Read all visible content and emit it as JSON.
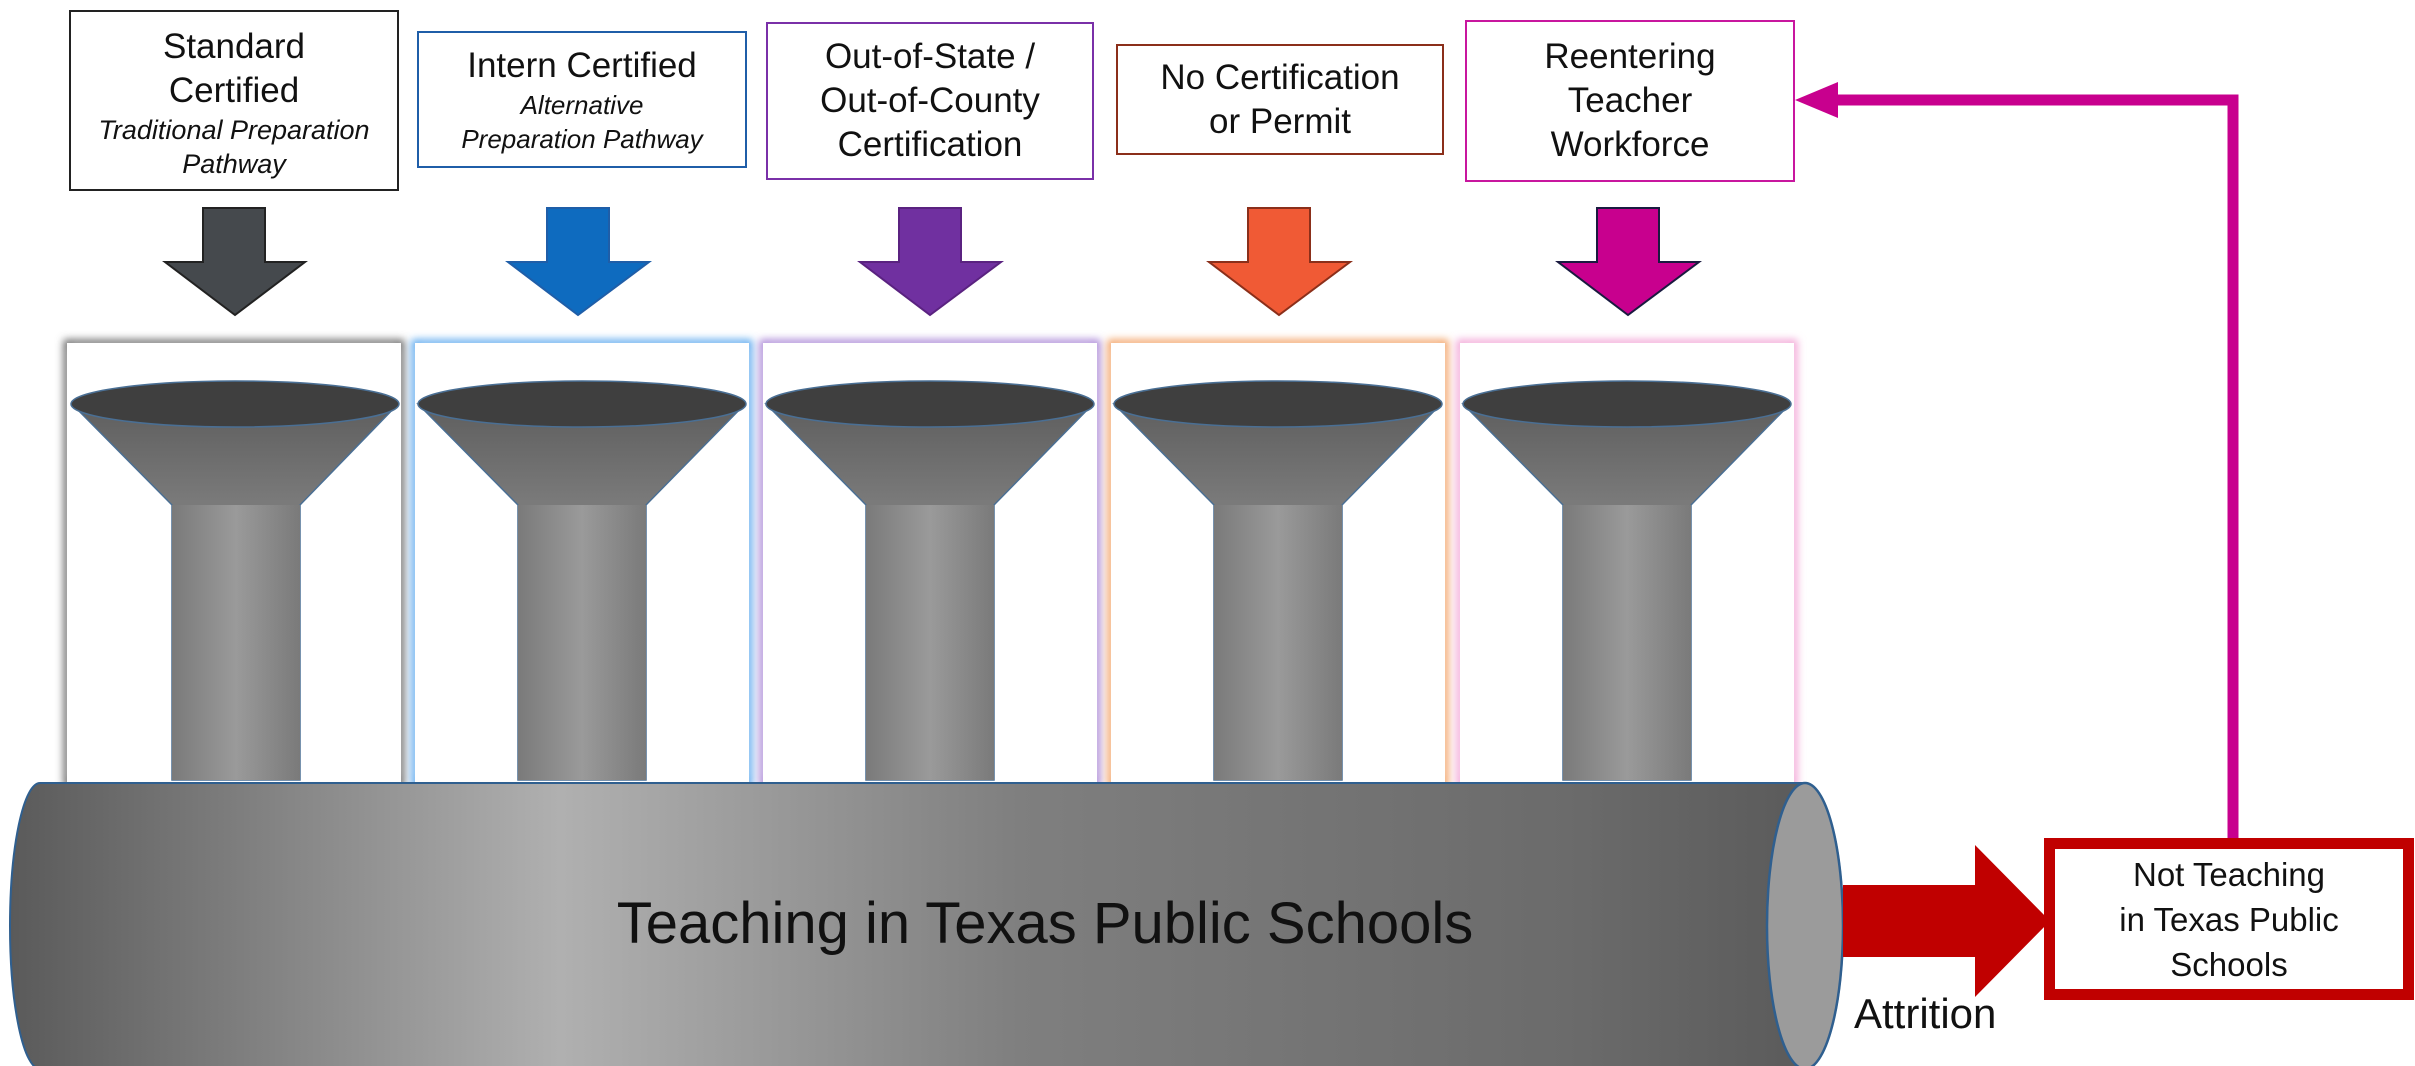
{
  "pathways": [
    {
      "title_lines": [
        "Standard",
        "Certified"
      ],
      "subtitle_lines": [
        "Traditional Preparation",
        "Pathway"
      ],
      "color": "#45494d",
      "border_color": "#222222",
      "glow_color": "#6b6b6b"
    },
    {
      "title_lines": [
        "Intern Certified"
      ],
      "subtitle_lines": [
        "Alternative",
        "Preparation Pathway"
      ],
      "color": "#0e6bbf",
      "border_color": "#1f5ea8",
      "glow_color": "#5aa7ee"
    },
    {
      "title_lines": [
        "Out-of-State /",
        "Out-of-County",
        "Certification"
      ],
      "subtitle_lines": [],
      "color": "#7030a0",
      "border_color": "#7a30a8",
      "glow_color": "#a884d6"
    },
    {
      "title_lines": [
        "No Certification",
        "or Permit"
      ],
      "subtitle_lines": [],
      "color": "#f05a35",
      "border_color": "#8b2f1a",
      "glow_color": "#f3a063"
    },
    {
      "title_lines": [
        "Reentering",
        "Teacher",
        "Workforce"
      ],
      "subtitle_lines": [],
      "color": "#c8008e",
      "border_color": "#c8169e",
      "glow_color": "#f2a4d6"
    }
  ],
  "pipe": {
    "label": "Teaching in Texas Public Schools"
  },
  "attrition": {
    "label": "Attrition",
    "color": "#c00000"
  },
  "not_teaching": {
    "lines": [
      "Not Teaching",
      "in Texas Public",
      "Schools"
    ],
    "border_color": "#c00000"
  },
  "return_arrow": {
    "color": "#c8008e"
  }
}
